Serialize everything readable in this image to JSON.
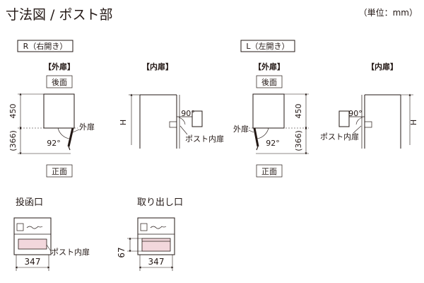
{
  "header": {
    "title": "寸法図 / ポスト部",
    "unit_note": "（単位：mm）"
  },
  "right_section": {
    "label": "R（右開き）",
    "outer_door": {
      "title": "【外扉】",
      "back_label": "後面",
      "front_label": "正面",
      "dim_top": "450",
      "dim_bottom": "(366)",
      "angle": "92°",
      "door_label": "外扉"
    },
    "inner_door": {
      "title": "【内扉】",
      "height_label": "H",
      "angle": "90°",
      "door_label": "ポスト内扉"
    }
  },
  "left_section": {
    "label": "L（左開き）",
    "outer_door": {
      "title": "【外扉】",
      "back_label": "後面",
      "front_label": "正面",
      "dim_top": "450",
      "dim_bottom": "(366)",
      "angle": "92°",
      "door_label": "外扉"
    },
    "inner_door": {
      "title": "【内扉】",
      "height_label": "H",
      "angle": "90°",
      "door_label": "ポスト内扉"
    }
  },
  "slot": {
    "title": "投函口",
    "width": "347",
    "door_label": "ポスト内扉"
  },
  "outlet": {
    "title": "取り出し口",
    "width": "347",
    "height": "67"
  },
  "colors": {
    "line": "#231815",
    "pink_slot": "#f2d7dc"
  }
}
